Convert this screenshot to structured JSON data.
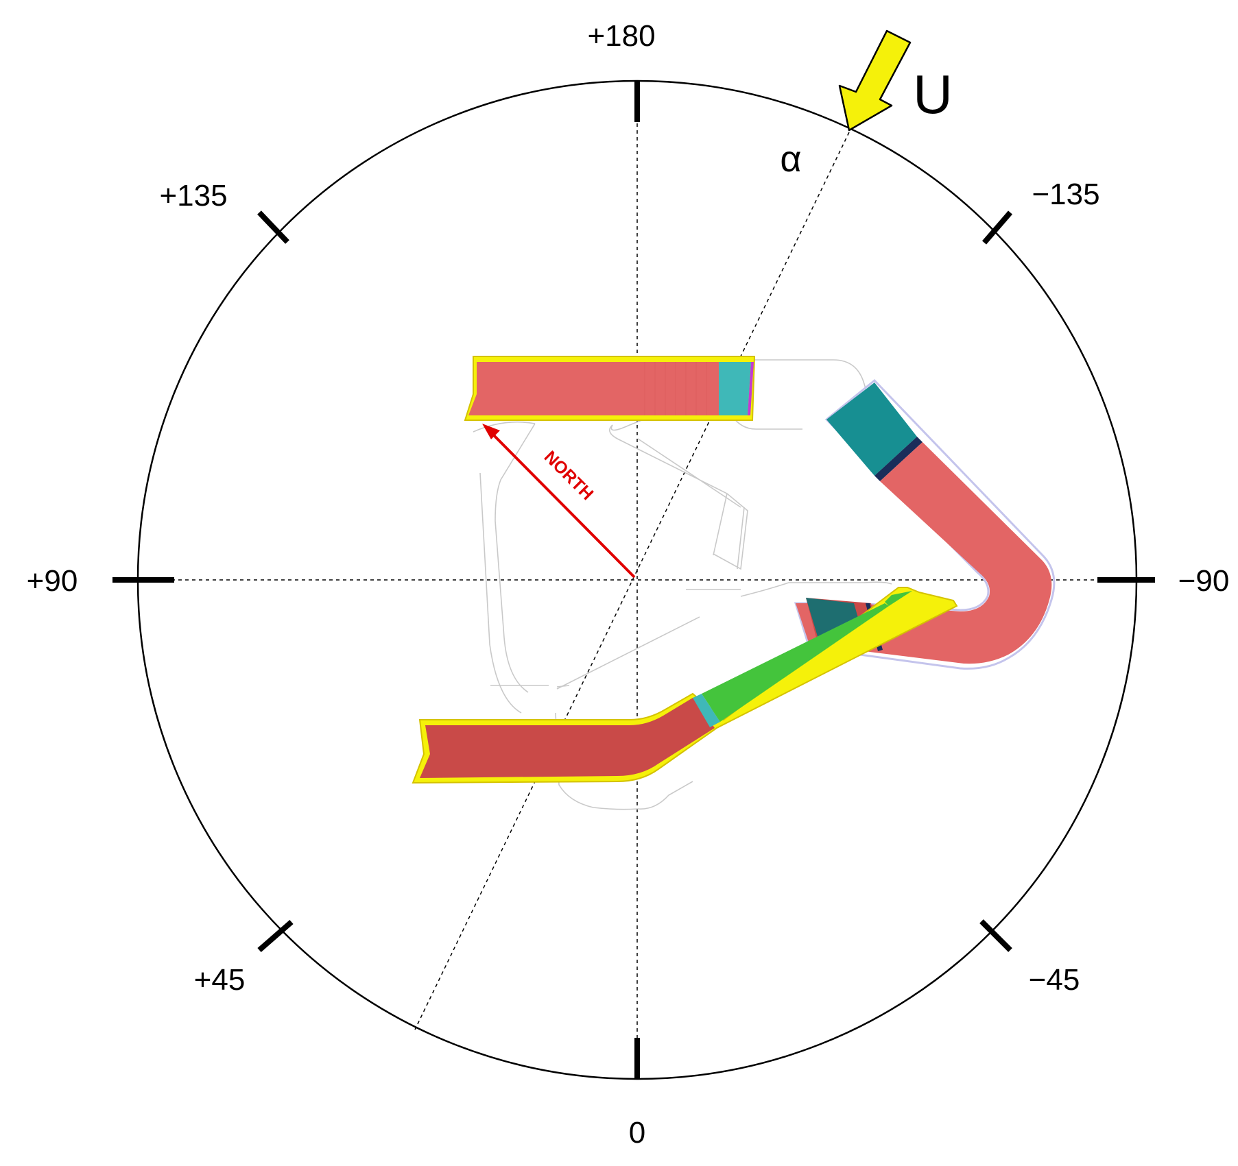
{
  "compass": {
    "labels": {
      "top": "+180",
      "bottom": "0",
      "left": "+90",
      "right": "−90",
      "top_left": "+135",
      "top_right": "−135",
      "bottom_left": "+45",
      "bottom_right": "−45"
    }
  },
  "wind": {
    "label": "U",
    "angle_symbol": "α"
  },
  "north": {
    "label": "NORTH"
  },
  "colors": {
    "red": "#e36565",
    "dark_red": "#c94a48",
    "teal": "#178f92",
    "light_teal": "#3fb8b8",
    "dark_teal": "#1e6e70",
    "navy": "#1a2d5a",
    "green": "#44c43c",
    "yellow": "#f5f10a",
    "north_arrow": "#e00000",
    "outline": "#c9c9c9"
  }
}
